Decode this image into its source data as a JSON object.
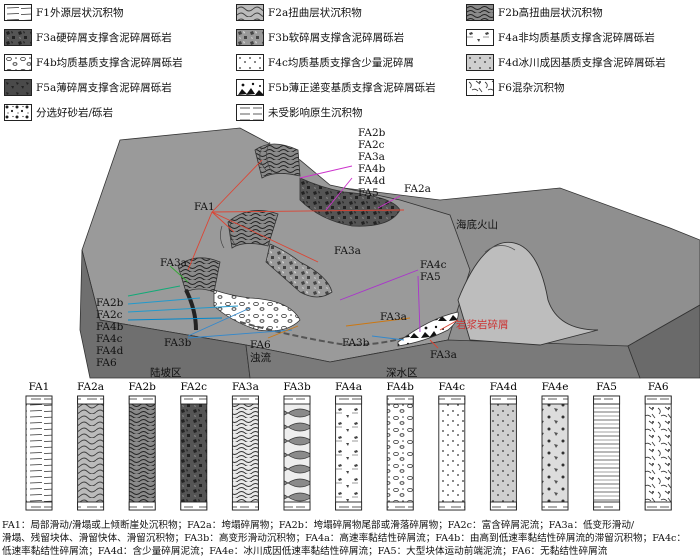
{
  "legend": [
    {
      "code": "F1",
      "label": "F1外源层状沉积物",
      "pattern": "hlines"
    },
    {
      "code": "F2a",
      "label": "F2a扭曲层状沉积物",
      "pattern": "swirl"
    },
    {
      "code": "F2b",
      "label": "F2b高扭曲层状沉积物",
      "pattern": "wavy-dark"
    },
    {
      "code": "F3a",
      "label": "F3a硬碎屑支撑含泥碎屑砾岩",
      "pattern": "dark-clast"
    },
    {
      "code": "F3b",
      "label": "F3b软碎屑支撑含泥碎屑砾岩",
      "pattern": "gray-clast"
    },
    {
      "code": "F4a",
      "label": "F4a非均质基质支撑含泥碎屑砾岩",
      "pattern": "sparse-clast"
    },
    {
      "code": "F4b",
      "label": "F4b均质基质支撑含泥碎屑砾岩",
      "pattern": "light-clast"
    },
    {
      "code": "F4c",
      "label": "F4c均质基质支撑含少量泥碎屑",
      "pattern": "dots"
    },
    {
      "code": "F4d",
      "label": "F4d冰川成因基质支撑含泥碎屑砾岩",
      "pattern": "gray-dots"
    },
    {
      "code": "F5a",
      "label": "F5a薄碎屑支撑含泥碎屑砾岩",
      "pattern": "dark-solid"
    },
    {
      "code": "F5b",
      "label": "F5b薄正递变基质支撑含泥碎屑砾岩",
      "pattern": "graded"
    },
    {
      "code": "F6",
      "label": "F6混杂沉积物",
      "pattern": "chaotic"
    },
    {
      "code": "SS",
      "label": "分选好砂岩/砾岩",
      "pattern": "sand"
    },
    {
      "code": "UN",
      "label": "未受影响原生沉积物",
      "pattern": "plain-lines"
    }
  ],
  "diagram": {
    "stack_labels": [
      "FA2b",
      "FA2c",
      "FA3a",
      "FA4b",
      "FA4d",
      "FA5"
    ],
    "left_stack": [
      "FA2b",
      "FA2c",
      "FA4b",
      "FA4c",
      "FA4d",
      "FA6"
    ],
    "fa1": "FA1",
    "fa2a": "FA2a",
    "fa3a_upper": "FA3a",
    "fa3a_left": "FA3a",
    "fa3a_lower": "FA3a",
    "fa3a_deep": "FA3a",
    "fa3b_left": "FA3b",
    "fa3b_right": "FA3b",
    "fa4c_fa5": [
      "FA4c",
      "FA5"
    ],
    "fa6_turbidity": [
      "FA6",
      "浊流"
    ],
    "volcano": "海底火山",
    "magma": "岩浆岩碎屑",
    "slope_zone": "陆坡区",
    "deep_zone": "深水区"
  },
  "columns": [
    {
      "id": "FA1",
      "pattern": "hlines"
    },
    {
      "id": "FA2a",
      "pattern": "swirl"
    },
    {
      "id": "FA2b",
      "pattern": "wavy-dark"
    },
    {
      "id": "FA2c",
      "pattern": "dark-clast"
    },
    {
      "id": "FA3a",
      "pattern": "wavy"
    },
    {
      "id": "FA3b",
      "pattern": "lens"
    },
    {
      "id": "FA4a",
      "pattern": "sparse-clast"
    },
    {
      "id": "FA4b",
      "pattern": "light-clast"
    },
    {
      "id": "FA4c",
      "pattern": "dots"
    },
    {
      "id": "FA4d",
      "pattern": "gray-dots"
    },
    {
      "id": "FA4e",
      "pattern": "mixed"
    },
    {
      "id": "FA5",
      "pattern": "thin-beds"
    },
    {
      "id": "FA6",
      "pattern": "chaotic"
    }
  ],
  "caption": [
    "FA1：局部滑动/滑塌或上倾断崖处沉积物；FA2a：垮塌碎屑物；FA2b：垮塌碎屑物尾部或滑落碎屑物；FA2c：富含碎屑泥流；FA3a：低变形滑动/",
    "滑塌、残留块体、滑留快体、滑留沉积物；FA3b：高变形滑动沉积物；FA4a：高速率黏结性碎屑流；FA4b：由高到低速率黏结性碎屑流的滞留沉积物；FA4c：",
    "低速率黏结性碎屑流；FA4d：含少量碎屑泥流；FA4e：冰川成因低速率黏结性碎屑流；FA5：大型块体运动前端泥流；FA6：无黏结性碎屑流"
  ]
}
